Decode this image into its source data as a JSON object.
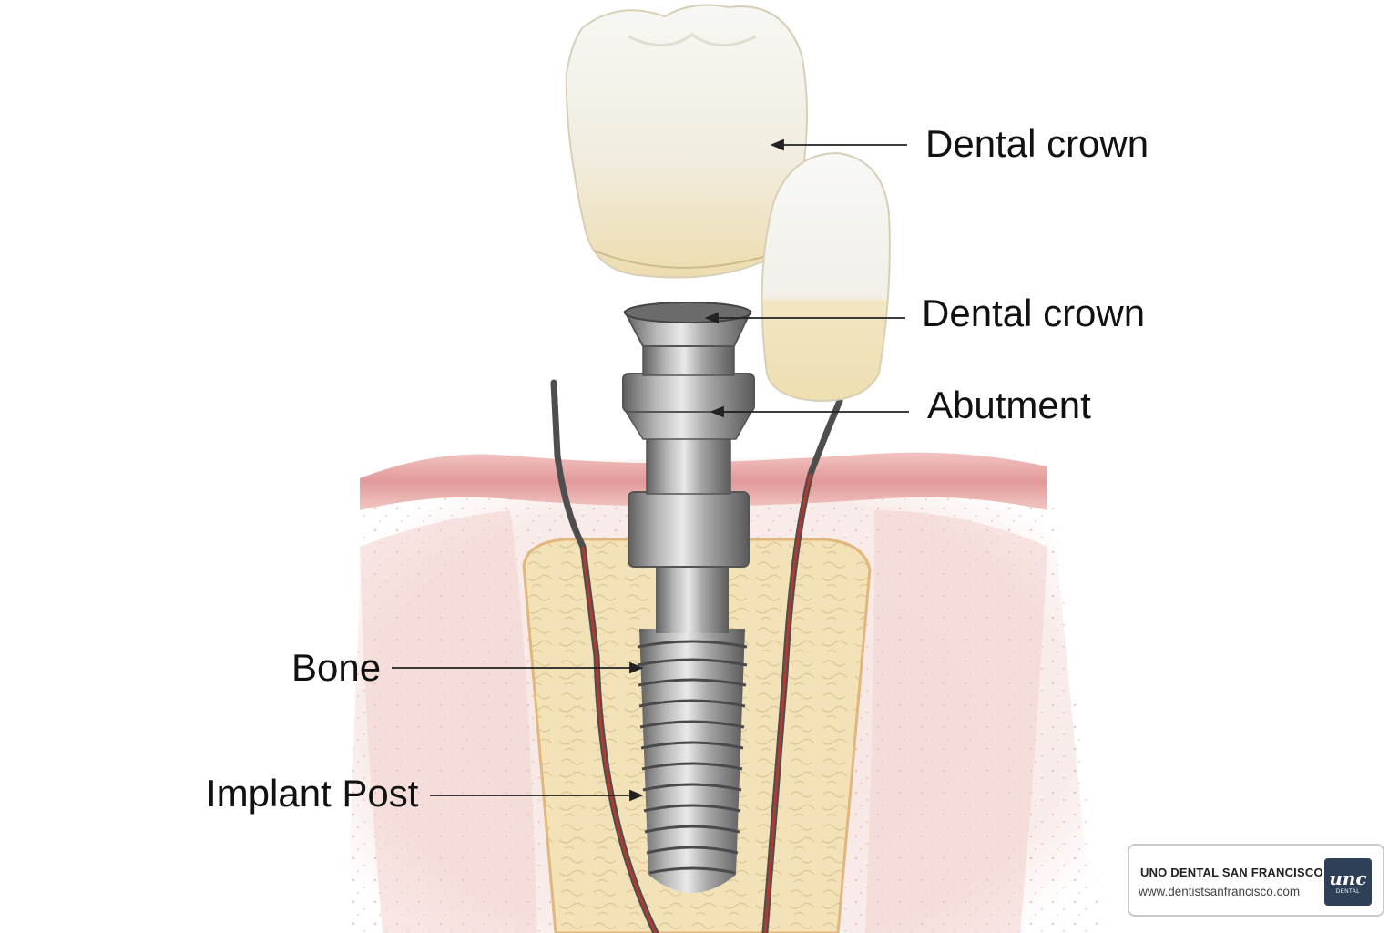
{
  "labels": {
    "crown_molar": "Dental crown",
    "crown_front": "Dental crown",
    "abutment": "Abutment",
    "bone": "Bone",
    "implant_post": "Implant Post"
  },
  "badge": {
    "name": "UNO DENTAL SAN FRANCISCO",
    "url": "www.dentistsanfrancisco.com",
    "logo_script": "unc",
    "logo_sub": "DENTAL"
  },
  "colors": {
    "gum": "#e8a0a0",
    "bone": "#f3e2b8",
    "enamel": "#f4f2ec",
    "metal": "#9a9a9a",
    "nerve": "#b03a2e",
    "logo_bg": "#2e4057"
  }
}
